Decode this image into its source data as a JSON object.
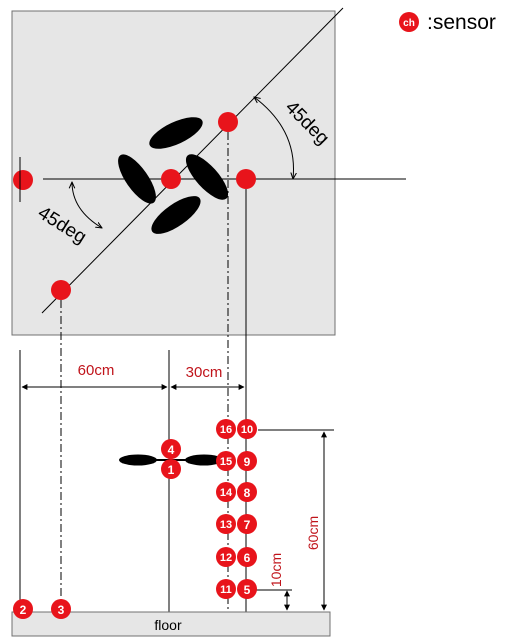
{
  "legend": {
    "symbol": "ch",
    "text": ":sensor"
  },
  "top_view": {
    "angle_upper": "45deg",
    "angle_lower": "45deg"
  },
  "dimensions": {
    "horizontal_left": "60cm",
    "horizontal_right": "30cm",
    "vertical_total": "60cm",
    "vertical_step": "10cm"
  },
  "floor_label": "floor",
  "sensors": {
    "s1": "1",
    "s2": "2",
    "s3": "3",
    "s4": "4",
    "s5": "5",
    "s6": "6",
    "s7": "7",
    "s8": "8",
    "s9": "9",
    "s10": "10",
    "s11": "11",
    "s12": "12",
    "s13": "13",
    "s14": "14",
    "s15": "15",
    "s16": "16"
  },
  "colors": {
    "sensor": "#e8141b",
    "panel": "#e6e6e6",
    "dimension_text": "#c0141b",
    "line": "#000000"
  }
}
